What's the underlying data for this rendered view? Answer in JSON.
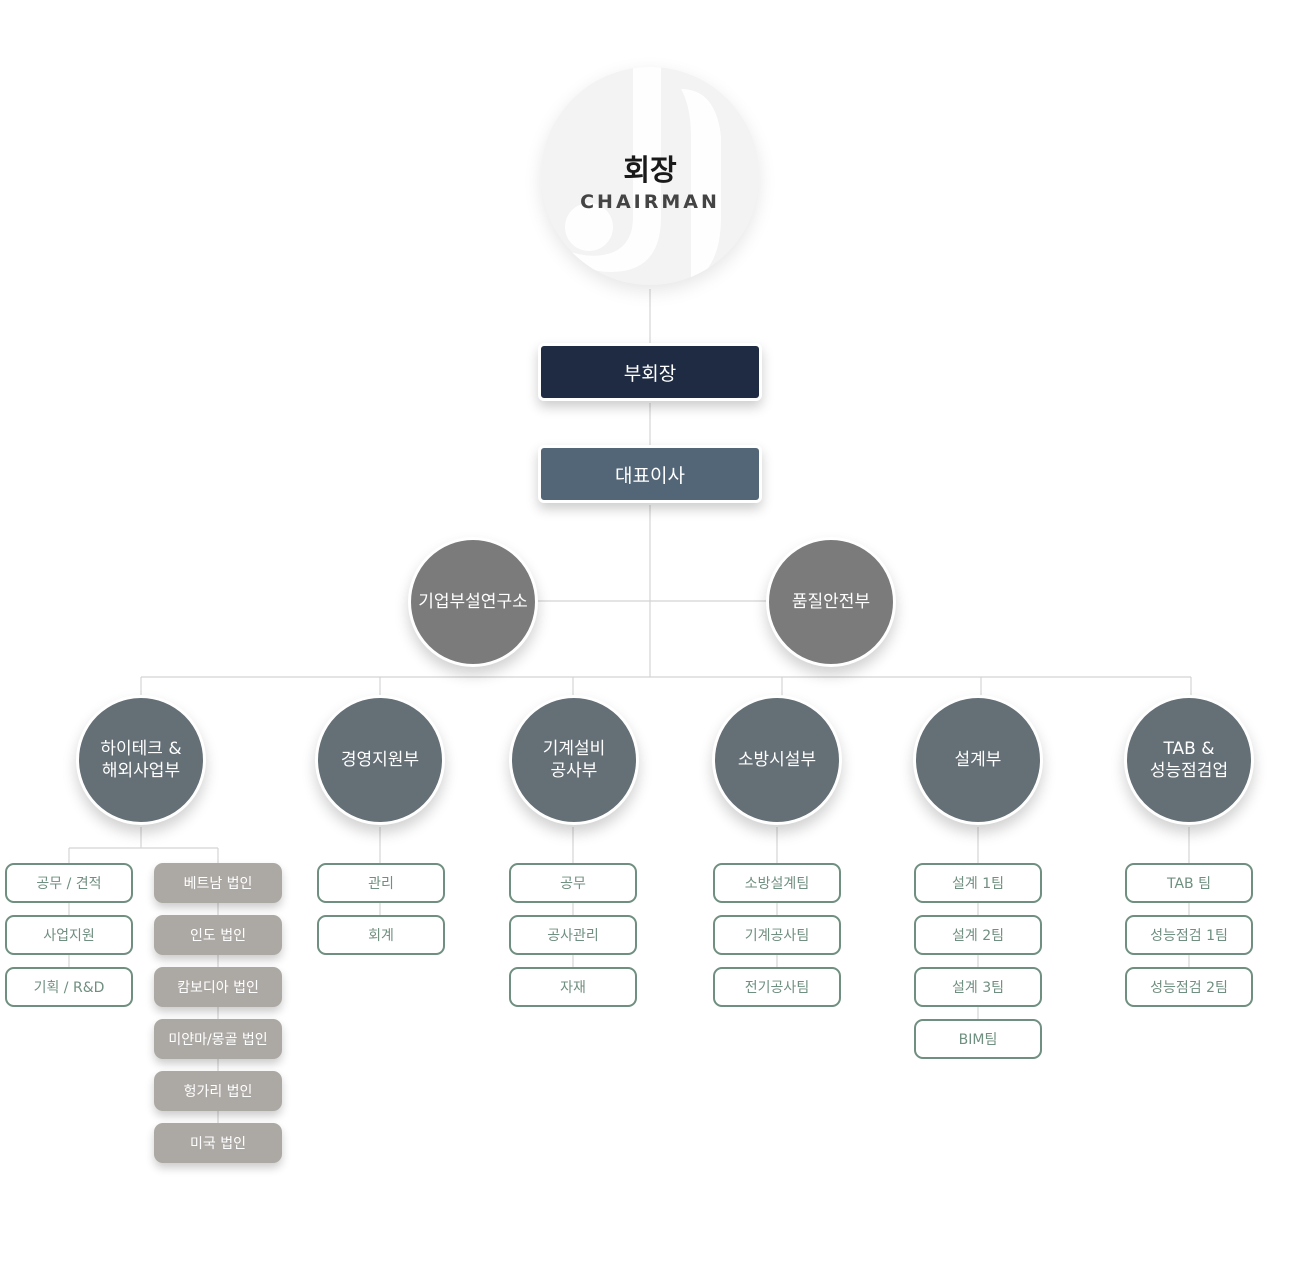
{
  "chairman": {
    "title": "회장",
    "subtitle": "CHAIRMAN"
  },
  "vice_chairman": "부회장",
  "ceo": "대표이사",
  "side_units": [
    "기업부설연구소",
    "품질안전부"
  ],
  "departments": [
    {
      "name": "하이테크 &\n해외사업부",
      "teams": [
        "공무 / 견적",
        "사업지원",
        "기획 / R&D"
      ],
      "subsidiaries": [
        "베트남 법인",
        "인도 법인",
        "캄보디아 법인",
        "미얀마/몽골 법인",
        "헝가리 법인",
        "미국 법인"
      ]
    },
    {
      "name": "경영지원부",
      "teams": [
        "관리",
        "회계"
      ]
    },
    {
      "name": "기계설비\n공사부",
      "teams": [
        "공무",
        "공사관리",
        "자재"
      ]
    },
    {
      "name": "소방시설부",
      "teams": [
        "소방설계팀",
        "기계공사팀",
        "전기공사팀"
      ]
    },
    {
      "name": "설계부",
      "teams": [
        "설계 1팀",
        "설계 2팀",
        "설계 3팀",
        "BIM팀"
      ]
    },
    {
      "name": "TAB &\n성능점검업",
      "teams": [
        "TAB 팀",
        "성능점검 1팀",
        "성능점검 2팀"
      ]
    }
  ],
  "colors": {
    "vice_chairman_bg": "#1e2b42",
    "ceo_bg": "#536677",
    "side_unit_bg": "#7b7b7b",
    "department_bg": "#646f76",
    "team_border": "#6f8f80",
    "subsidiary_bg": "#aca8a4",
    "connector": "#d4d4d4"
  }
}
